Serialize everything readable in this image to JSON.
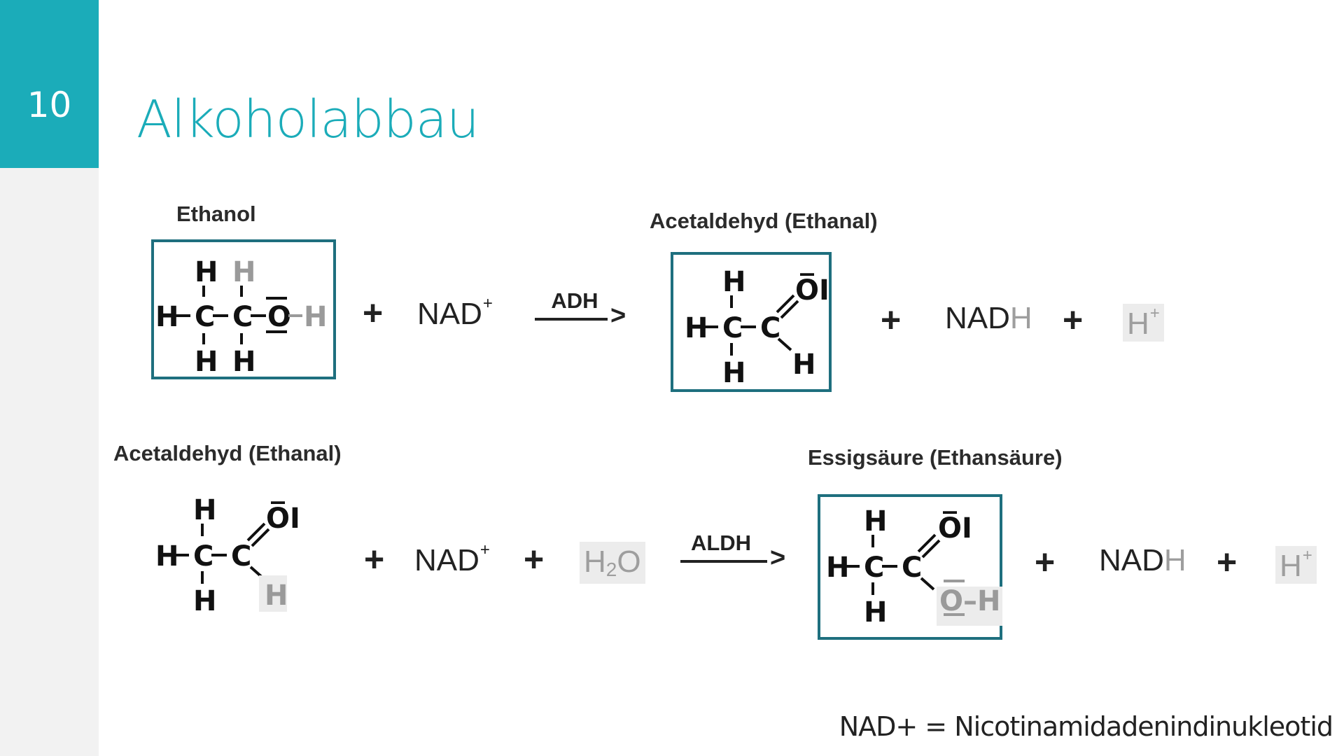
{
  "slide_number": "10",
  "title": "Alkoholabbau",
  "reaction1": {
    "reactant_label": "Ethanol",
    "product_label": "Acetaldehyd (Ethanal)",
    "coenzyme": "NAD",
    "coenzyme_charge": "+",
    "enzyme": "ADH",
    "arrow_head": ">",
    "plus": "+",
    "product2_main": "NAD",
    "product2_h": "H",
    "product3": "H",
    "product3_charge": "+"
  },
  "reaction2": {
    "reactant_label": "Acetaldehyd (Ethanal)",
    "product_label": "Essigsäure (Ethansäure)",
    "coenzyme": "NAD",
    "coenzyme_charge": "+",
    "water_h": "H",
    "water_sub": "2",
    "water_o": "O",
    "enzyme": "ALDH",
    "arrow_head": ">",
    "plus": "+",
    "product2_main": "NAD",
    "product2_h": "H",
    "product3": "H",
    "product3_charge": "+"
  },
  "atoms": {
    "H": "H",
    "C": "C",
    "O": "O",
    "O_lone": "O̅I",
    "OH": "O–H"
  },
  "footnote": "NAD+ = Nicotinamidadenindinukleotid",
  "colors": {
    "accent": "#1bacb9",
    "box_border": "#1e6f7e",
    "sidebar": "#f2f2f2"
  }
}
